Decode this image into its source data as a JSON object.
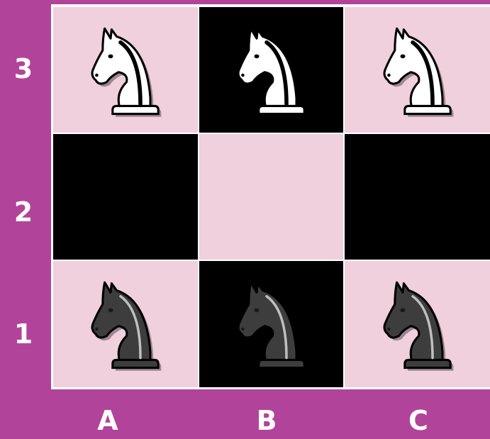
{
  "board": {
    "rank_labels": [
      "3",
      "2",
      "1"
    ],
    "file_labels": [
      "A",
      "B",
      "C"
    ],
    "colors": {
      "background": "#b1449a",
      "light_square": "#f0d0dd",
      "dark_square": "#000000",
      "white_piece": "#ffffff",
      "black_piece": "#3d3d3d"
    },
    "squares": [
      {
        "id": "a3",
        "color": "light",
        "piece": "white-knight"
      },
      {
        "id": "b3",
        "color": "dark",
        "piece": "white-knight"
      },
      {
        "id": "c3",
        "color": "light",
        "piece": "white-knight"
      },
      {
        "id": "a2",
        "color": "dark",
        "piece": null
      },
      {
        "id": "b2",
        "color": "light",
        "piece": null
      },
      {
        "id": "c2",
        "color": "dark",
        "piece": null
      },
      {
        "id": "a1",
        "color": "light",
        "piece": "black-knight"
      },
      {
        "id": "b1",
        "color": "dark",
        "piece": "black-knight"
      },
      {
        "id": "c1",
        "color": "light",
        "piece": "black-knight"
      }
    ]
  }
}
